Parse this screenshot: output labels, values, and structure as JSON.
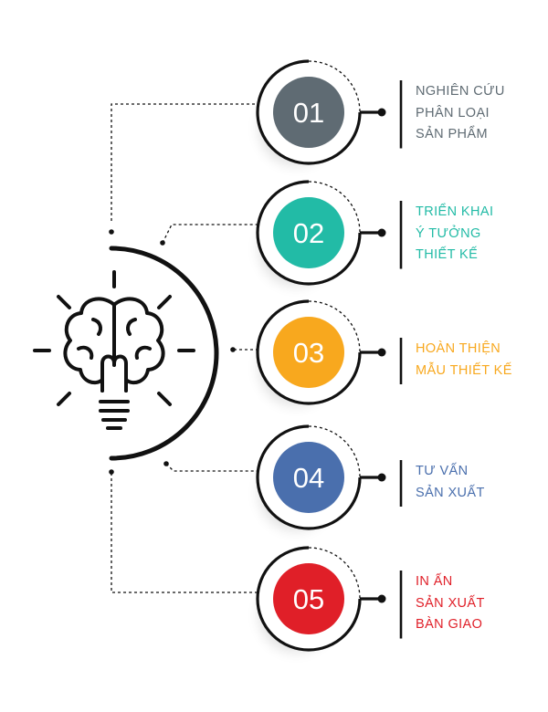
{
  "steps": [
    {
      "number": "01",
      "color": "#5f6b73",
      "text_color": "#5f6b73",
      "lines": [
        "NGHIÊN CỨU",
        "PHÂN LOẠI",
        "SẢN PHẨM"
      ]
    },
    {
      "number": "02",
      "color": "#22bba6",
      "text_color": "#22bba6",
      "lines": [
        "TRIỂN KHAI",
        "Ý TƯỞNG",
        "THIẾT KẾ"
      ]
    },
    {
      "number": "03",
      "color": "#f8a81e",
      "text_color": "#f8a81e",
      "lines": [
        "HOÀN THIỆN",
        "MẪU THIẾT KẾ"
      ]
    },
    {
      "number": "04",
      "color": "#4a6fad",
      "text_color": "#4a6fad",
      "lines": [
        "TƯ VẤN",
        "SẢN XUẤT"
      ]
    },
    {
      "number": "05",
      "color": "#e01f28",
      "text_color": "#e01f28",
      "lines": [
        "IN ẤN",
        "SẢN XUẤT",
        "BÀN GIAO"
      ]
    }
  ],
  "icon": "lightbulb-brain-icon",
  "line_color": "#111111"
}
